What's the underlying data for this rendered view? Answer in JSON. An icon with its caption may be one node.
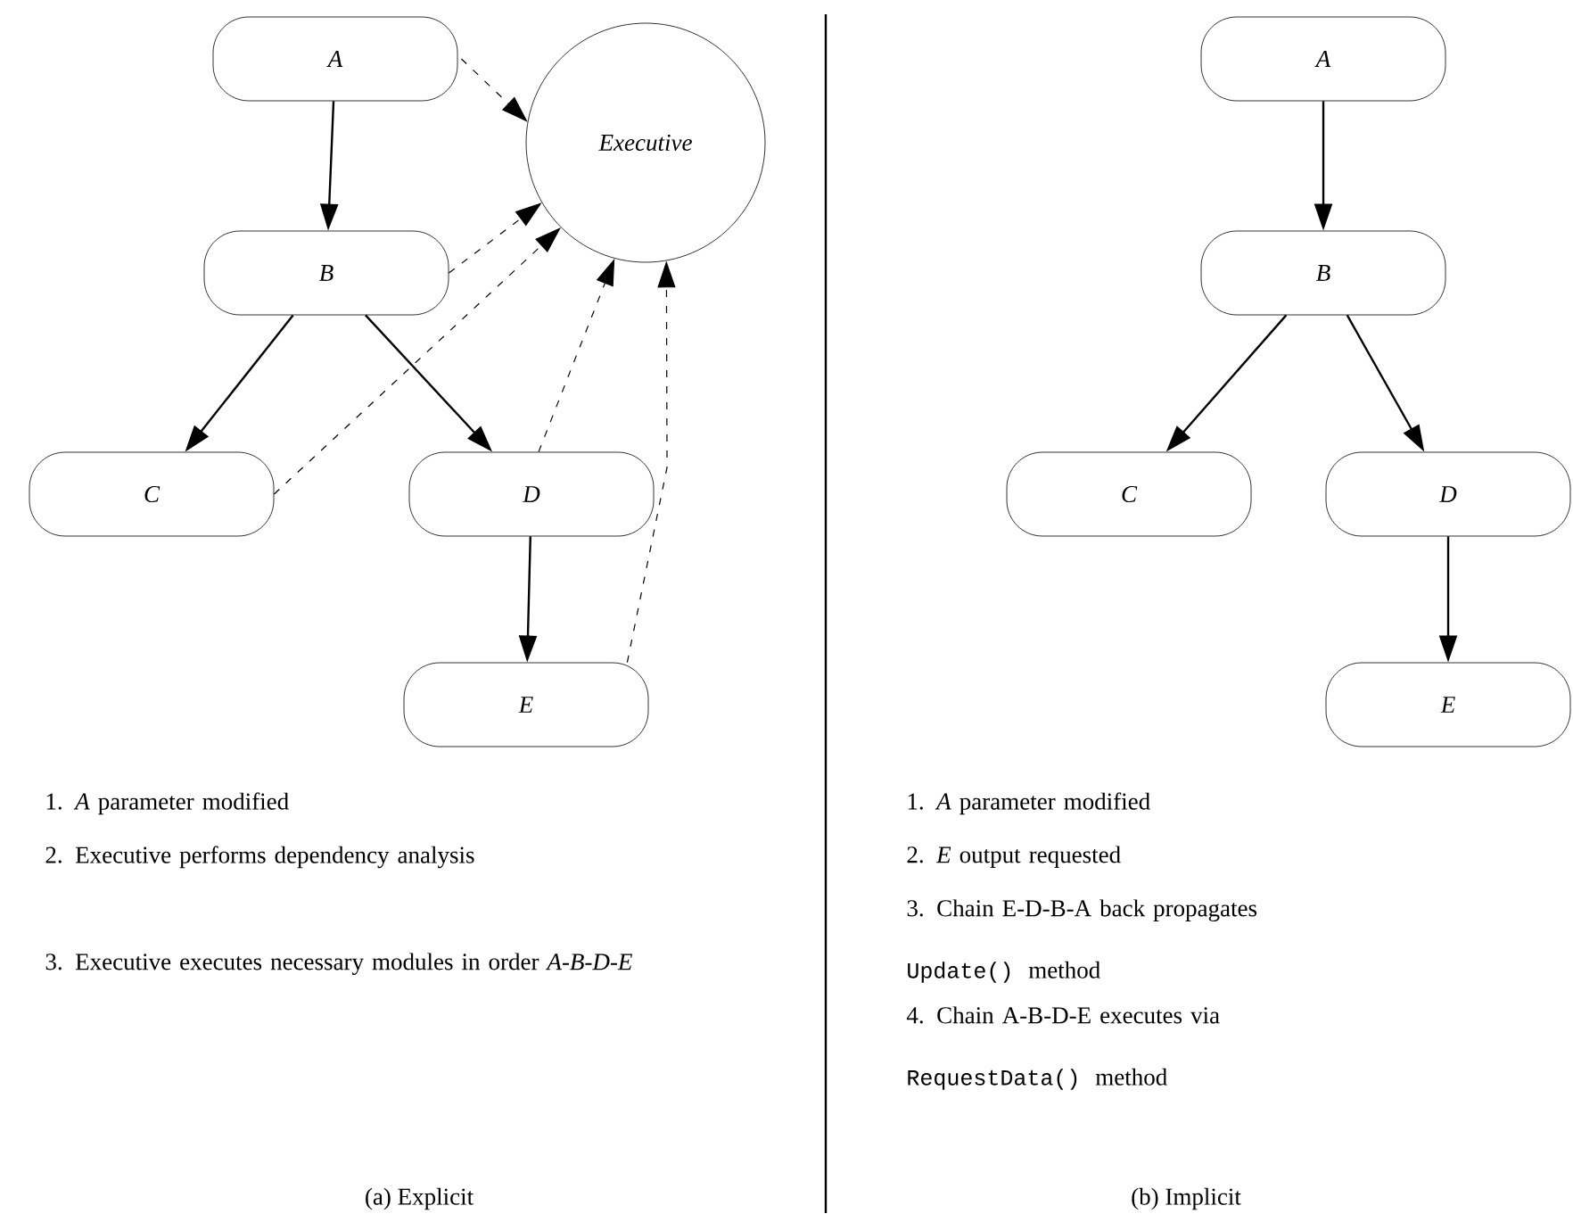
{
  "diagram": {
    "nodes": [
      {
        "text": [
          "A"
        ]
      },
      {
        "text": [
          "B"
        ]
      },
      {
        "text": [
          "C"
        ]
      },
      {
        "text": [
          "D"
        ]
      },
      {
        "text": [
          "E"
        ]
      },
      {
        "text": [
          "Executive"
        ]
      },
      {
        "text": [
          "A"
        ]
      },
      {
        "text": [
          "B"
        ]
      },
      {
        "text": [
          "C"
        ]
      },
      {
        "text": [
          "D"
        ]
      },
      {
        "text": [
          "E"
        ]
      }
    ],
    "edges": [
      {
        "from": 0,
        "to": 1,
        "arrow": "to"
      },
      {
        "from": 1,
        "to": 2,
        "arrow": "to"
      },
      {
        "from": 1,
        "to": 3,
        "arrow": "to"
      },
      {
        "from": 3,
        "to": 4,
        "arrow": "to"
      },
      {
        "from": 0,
        "to": 5,
        "arrow": "to",
        "style": "dashed"
      },
      {
        "from": 1,
        "to": 5,
        "arrow": "to",
        "style": "dashed"
      },
      {
        "from": 2,
        "to": 5,
        "arrow": "to",
        "style": "dashed"
      },
      {
        "from": 3,
        "to": 5,
        "arrow": "to",
        "style": "dashed"
      },
      {
        "from": 4,
        "to": 5,
        "arrow": "to",
        "style": "dashed"
      },
      {
        "from": 6,
        "to": 7,
        "arrow": "to"
      },
      {
        "from": 7,
        "to": 8,
        "arrow": "to"
      },
      {
        "from": 7,
        "to": 9,
        "arrow": "to"
      },
      {
        "from": 9,
        "to": 10,
        "arrow": "to"
      }
    ],
    "labels": [
      "1. *A* parameter modified",
      "2. Executive performs dependency analysis",
      "3. Executive executes necessary modules in order *A-B-D-E*",
      "1. *A* parameter modified",
      "2. *E* output requested",
      "3. Chain E-D-B-A back propagates",
      "Update()",
      "method",
      "4. Chain A-B-D-E executes via",
      "RequestData()",
      "method",
      "(a) Explicit",
      "(b) Implicit"
    ]
  }
}
